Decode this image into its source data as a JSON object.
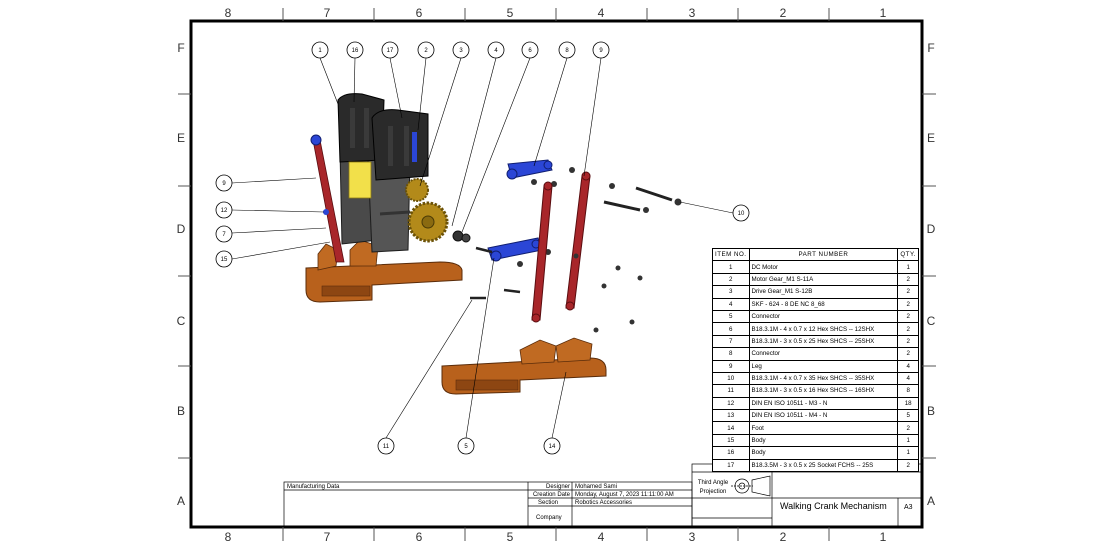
{
  "zones": {
    "columns": [
      "8",
      "7",
      "6",
      "5",
      "4",
      "3",
      "2",
      "1"
    ],
    "rows": [
      "F",
      "E",
      "D",
      "C",
      "B",
      "A"
    ]
  },
  "balloons": [
    "1",
    "16",
    "17",
    "2",
    "3",
    "4",
    "6",
    "8",
    "9",
    "9",
    "12",
    "7",
    "15",
    "10",
    "11",
    "5",
    "14"
  ],
  "bom": {
    "headers": {
      "item_no": "ITEM NO.",
      "part_number": "PART NUMBER",
      "qty": "QTY."
    },
    "rows": [
      {
        "item": "1",
        "part": "DC Motor",
        "qty": "1"
      },
      {
        "item": "2",
        "part": "Motor Gear_M1 S-11A",
        "qty": "2"
      },
      {
        "item": "3",
        "part": "Drive Gear_M1 S-12B",
        "qty": "2"
      },
      {
        "item": "4",
        "part": "SKF - 624 - 8 DE NC 8_68",
        "qty": "2"
      },
      {
        "item": "5",
        "part": "Connector",
        "qty": "2"
      },
      {
        "item": "6",
        "part": "B18.3.1M - 4 x 0.7 x 12 Hex SHCS -- 12SHX",
        "qty": "2"
      },
      {
        "item": "7",
        "part": "B18.3.1M - 3 x 0.5 x 25 Hex SHCS -- 25SHX",
        "qty": "2"
      },
      {
        "item": "8",
        "part": "Connector",
        "qty": "2"
      },
      {
        "item": "9",
        "part": "Leg",
        "qty": "4"
      },
      {
        "item": "10",
        "part": "B18.3.1M - 4 x 0.7 x 35 Hex SHCS -- 35SHX",
        "qty": "4"
      },
      {
        "item": "11",
        "part": "B18.3.1M - 3 x 0.5 x 16 Hex SHCS -- 16SHX",
        "qty": "8"
      },
      {
        "item": "12",
        "part": "DIN EN ISO 10511 - M3 - N",
        "qty": "18"
      },
      {
        "item": "13",
        "part": "DIN EN ISO 10511 - M4 - N",
        "qty": "5"
      },
      {
        "item": "14",
        "part": "Foot",
        "qty": "2"
      },
      {
        "item": "15",
        "part": "Body",
        "qty": "1"
      },
      {
        "item": "16",
        "part": "Body",
        "qty": "1"
      },
      {
        "item": "17",
        "part": "B18.3.5M - 3 x 0.5 x 25 Socket FCHS -- 25S",
        "qty": "2"
      }
    ]
  },
  "title_block": {
    "manufacturing_data_label": "Manufacturing Data",
    "designer_label": "Designer",
    "designer_value": "Mohamed Sami",
    "creation_date_label": "Creation Date",
    "creation_date_value": "Monday, August 7, 2023 11:11:00 AM",
    "section_label": "Section",
    "section_value": "Robotics Accessories",
    "company_label": "Company",
    "projection_label": "Third Angle Projection",
    "title": "Walking Crank Mechanism",
    "size": "A3"
  },
  "colors": {
    "frame": "#000000",
    "motor_black": "#2a2a2a",
    "motor_yellow": "#f2e04a",
    "gear_gold": "#b38a1a",
    "connector_blue": "#2b46d6",
    "leg_red": "#a8262a",
    "foot_orange": "#b8611c",
    "body_gray": "#4a4a4a"
  }
}
